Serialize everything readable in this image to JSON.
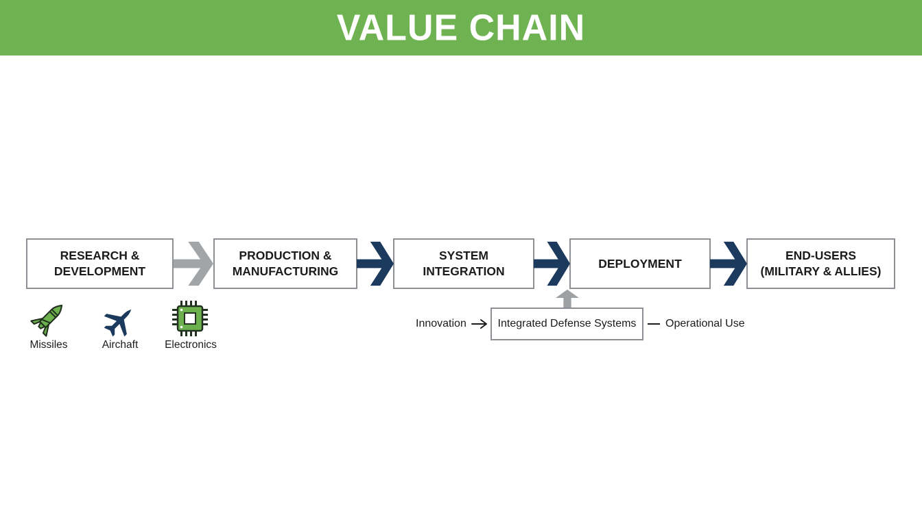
{
  "header": {
    "title": "VALUE CHAIN"
  },
  "stages": [
    {
      "label": "RESEARCH &\nDEVELOPMENT"
    },
    {
      "label": "PRODUCTION &\nMANUFACTURING"
    },
    {
      "label": "SYSTEM\nINTEGRATION"
    },
    {
      "label": "DEPLOYMENT"
    },
    {
      "label": "END-USERS\n(MILITARY & ALLIES)"
    }
  ],
  "rd_items": [
    {
      "icon": "missile-icon",
      "label": "Missiles"
    },
    {
      "icon": "aircraft-icon",
      "label": "Airchaft"
    },
    {
      "icon": "chip-icon",
      "label": "Electronics"
    }
  ],
  "integration_flow": {
    "input_label": "Innovation",
    "box_label": "Integrated Defense Systems",
    "output_label": "Operational Use"
  },
  "colors": {
    "header_bg": "#6FB251",
    "navy": "#1C3A5E",
    "gray_arrow": "#A2A5A8",
    "up_arrow_gray": "#9EA1A3",
    "icon_green": "#6CB14D",
    "outline_dark": "#22301F",
    "box_border": "#8C9094",
    "text_dark": "#1B1B1B"
  }
}
